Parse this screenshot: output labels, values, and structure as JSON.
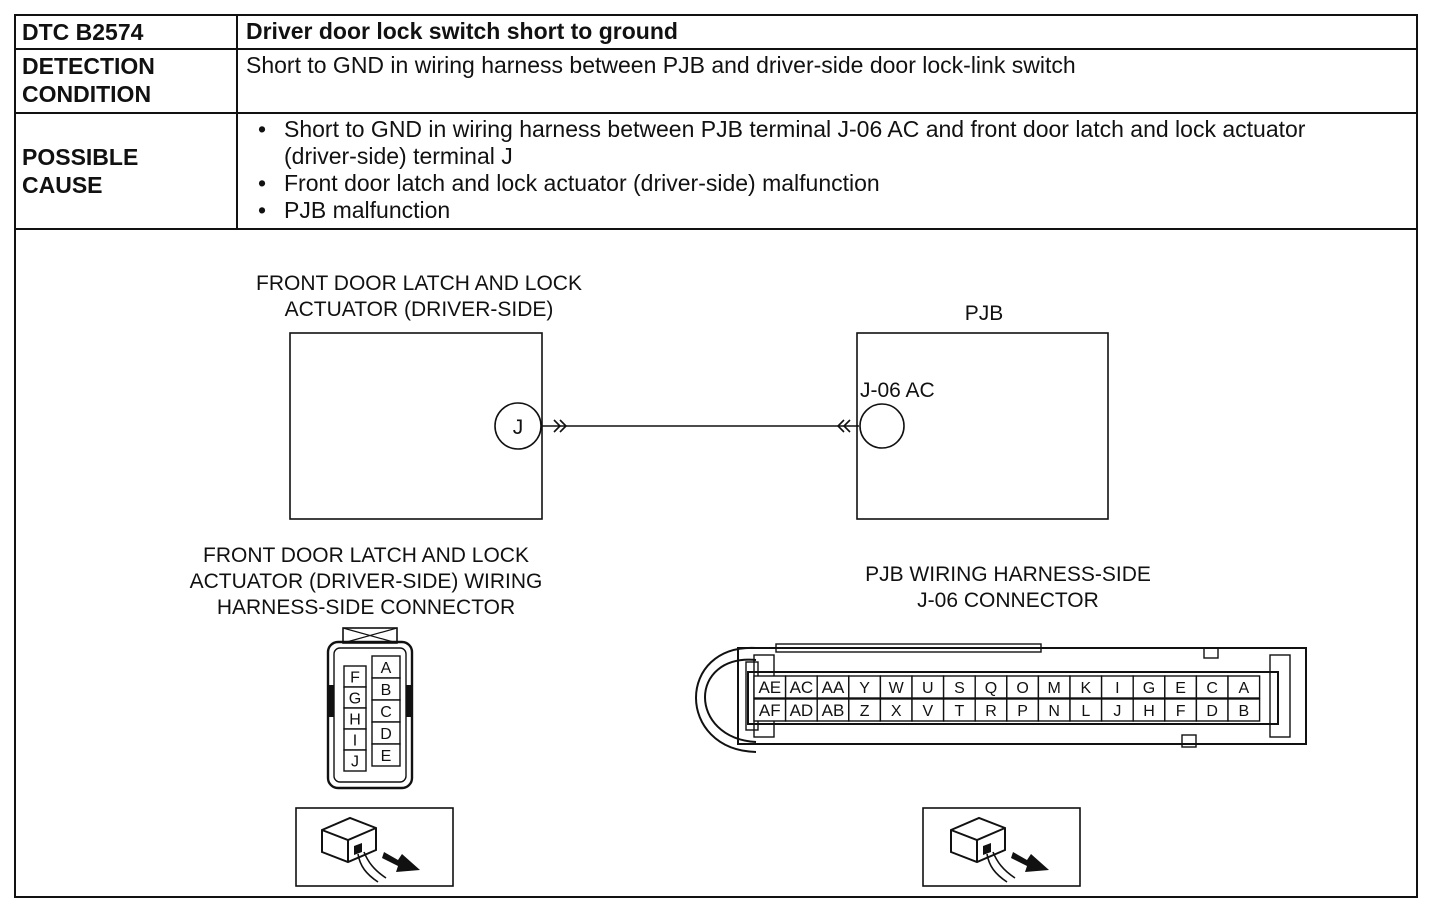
{
  "dtc": {
    "code": "DTC B2574",
    "title": "Driver door lock switch short to ground"
  },
  "detection": {
    "label_line1": "DETECTION",
    "label_line2": "CONDITION",
    "text": "Short to GND in wiring harness between PJB and driver-side door lock-link switch"
  },
  "causes": {
    "label_line1": "POSSIBLE",
    "label_line2": "CAUSE",
    "item1_line1": "Short to GND in wiring harness between PJB terminal J-06 AC and front door latch and lock actuator",
    "item1_line2": "(driver-side) terminal J",
    "item2": "Front door latch and lock actuator (driver-side) malfunction",
    "item3": "PJB malfunction"
  },
  "diagram": {
    "actuator_title_line1": "FRONT DOOR LATCH AND LOCK",
    "actuator_title_line2": "ACTUATOR (DRIVER-SIDE)",
    "actuator_terminal": "J",
    "pjb_title": "PJB",
    "pjb_terminal": "J-06 AC",
    "actuator_conn_title_line1": "FRONT DOOR LATCH AND LOCK",
    "actuator_conn_title_line2": "ACTUATOR (DRIVER-SIDE) WIRING",
    "actuator_conn_title_line3": "HARNESS-SIDE CONNECTOR",
    "pjb_conn_title_line1": "PJB WIRING HARNESS-SIDE",
    "pjb_conn_title_line2": "J-06 CONNECTOR",
    "actuator_pins_left": [
      "F",
      "G",
      "H",
      "I",
      "J"
    ],
    "actuator_pins_right": [
      "A",
      "B",
      "C",
      "D",
      "E"
    ],
    "pjb_pins_top": [
      "AE",
      "AC",
      "AA",
      "Y",
      "W",
      "U",
      "S",
      "Q",
      "O",
      "M",
      "K",
      "I",
      "G",
      "E",
      "C",
      "A"
    ],
    "pjb_pins_bottom": [
      "AF",
      "AD",
      "AB",
      "Z",
      "X",
      "V",
      "T",
      "R",
      "P",
      "N",
      "L",
      "J",
      "H",
      "F",
      "D",
      "B"
    ],
    "probe_icon": "connector-probe-icon"
  }
}
